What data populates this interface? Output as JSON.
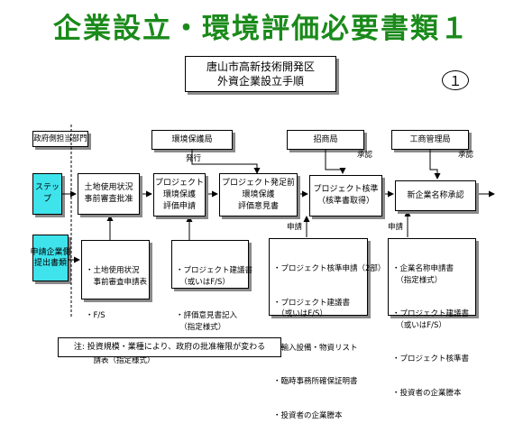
{
  "title": "企業設立・環境評価必要書類１",
  "subtitle": {
    "line1": "唐山市高新技術開発区",
    "line2": "外資企業設立手順"
  },
  "page_badge": "１",
  "left_labels": {
    "government_dept": "政府側担当部門",
    "step": "ステップ",
    "applicant_docs": "申請企業側\n提出書類"
  },
  "authorities": {
    "environment": "環境保護局",
    "investment": "招商局",
    "commerce": "工商管理局"
  },
  "flow_labels": {
    "issue": "発行",
    "approval1": "承認",
    "approval2": "承認",
    "apply1": "申請",
    "apply2": "申請"
  },
  "steps": [
    "土地使用状況\n事前審査批准",
    "プロジェクト\n環境保護\n評価申請",
    "プロジェクト発足前\n環境保護\n評価意見書",
    "プロジェクト核準\n（核準書取得）",
    "新企業名称承認"
  ],
  "documents": [
    [
      "・土地使用状況\n　事前審査申請表",
      "・F/S",
      "・土地事前審査申\n　請表（指定様式）"
    ],
    [
      "・プロジェクト建議書\n　（或いはF/S）",
      "・評価意見書記入\n　（指定様式）"
    ],
    [
      "・プロジェクト核準申請（2部）",
      "・プロジェクト建議書\n　（或いはF/S）",
      "・輸入設備・物資リスト",
      "・臨時事務所確保証明書",
      "・投資者の企業謄本"
    ],
    [
      "・企業名称申請書\n　（指定様式）",
      "・プロジェクト建議書\n　（或いはF/S）",
      "・プロジェクト核準書",
      "・投資者の企業謄本"
    ]
  ],
  "note": "注: 投資規模・業種により、政府の批准権限が変わる",
  "colors": {
    "title": "#1a8a1a",
    "cyan": "#3fe3ec"
  }
}
